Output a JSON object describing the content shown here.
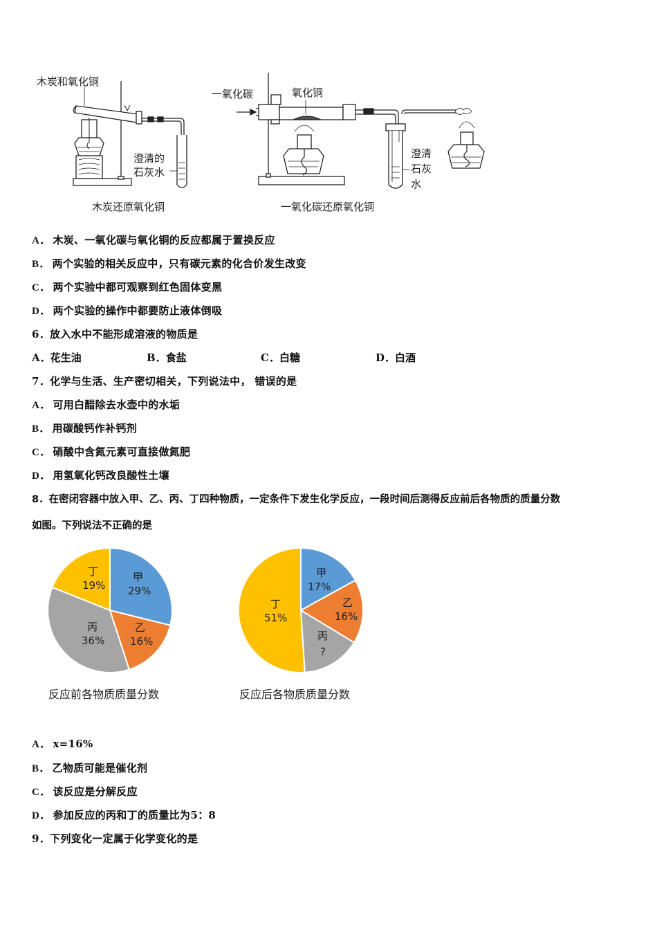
{
  "apparatus": {
    "left": {
      "top_label": "木炭和氧化铜",
      "liquid_label_line1": "澄清的",
      "liquid_label_line2": "石灰水",
      "caption": "木炭还原氧化铜"
    },
    "right": {
      "gas_label": "一氧化碳",
      "solid_label": "氧化铜",
      "liquid_label_line1": "澄清",
      "liquid_label_line2": "石灰",
      "liquid_label_line3": "水",
      "caption": "一氧化碳还原氧化铜"
    }
  },
  "q5_options": [
    {
      "label": "A．",
      "text": "木炭、一氧化碳与氧化铜的反应都属于置换反应"
    },
    {
      "label": "B．",
      "text": "两个实验的相关反应中，只有碳元素的化合价发生改变"
    },
    {
      "label": "C．",
      "text": "两个实验中都可观察到红色固体变黑"
    },
    {
      "label": "D．",
      "text": "两个实验的操作中都要防止液体倒吸"
    }
  ],
  "q6": {
    "stem": "6．放入水中不能形成溶液的物质是",
    "options": [
      {
        "label": "A．",
        "text": "花生油"
      },
      {
        "label": "B．",
        "text": "食盐"
      },
      {
        "label": "C．",
        "text": "白糖"
      },
      {
        "label": "D．",
        "text": "白酒"
      }
    ]
  },
  "q7": {
    "stem": "7．化学与生活、生产密切相关，下列说法中， 错误的是",
    "options": [
      {
        "label": "A．",
        "text": "可用白醋除去水壶中的水垢"
      },
      {
        "label": "B．",
        "text": "用碳酸钙作补钙剂"
      },
      {
        "label": "C．",
        "text": "硝酸中含氮元素可直接做氮肥"
      },
      {
        "label": "D．",
        "text": "用氢氧化钙改良酸性土壤"
      }
    ]
  },
  "q8": {
    "stem_line1": "8．在密闭容器中放入甲、乙、丙、丁四种物质，一定条件下发生化学反应，一段时间后测得反应前后各物质的质量分数",
    "stem_line2": "如图。下列说法不正确的是",
    "options": [
      {
        "label": "A．",
        "text": "x=16%"
      },
      {
        "label": "B．",
        "text": "乙物质可能是催化剂"
      },
      {
        "label": "C．",
        "text": "该反应是分解反应"
      },
      {
        "label": "D．",
        "text": "参加反应的丙和丁的质量比为5：8"
      }
    ]
  },
  "q9": {
    "stem": "9．下列变化一定属于化学变化的是"
  },
  "colors": {
    "jia": "#5b9bd5",
    "yi": "#ed7d31",
    "bing": "#a5a5a5",
    "ding": "#ffc000"
  },
  "chart_data": [
    {
      "type": "pie",
      "title": "反应前各物质质量分数",
      "categories": [
        "甲",
        "乙",
        "丙",
        "丁"
      ],
      "values": [
        29,
        16,
        36,
        19
      ],
      "value_labels": [
        "29%",
        "16%",
        "36%",
        "19%"
      ],
      "colors": [
        "#5b9bd5",
        "#ed7d31",
        "#a5a5a5",
        "#ffc000"
      ]
    },
    {
      "type": "pie",
      "title": "反应后各物质质量分数",
      "categories": [
        "甲",
        "乙",
        "丙",
        "丁"
      ],
      "values": [
        17,
        16,
        16,
        51
      ],
      "value_labels": [
        "17%",
        "16%",
        "?",
        "51%"
      ],
      "colors": [
        "#5b9bd5",
        "#ed7d31",
        "#a5a5a5",
        "#ffc000"
      ]
    }
  ]
}
